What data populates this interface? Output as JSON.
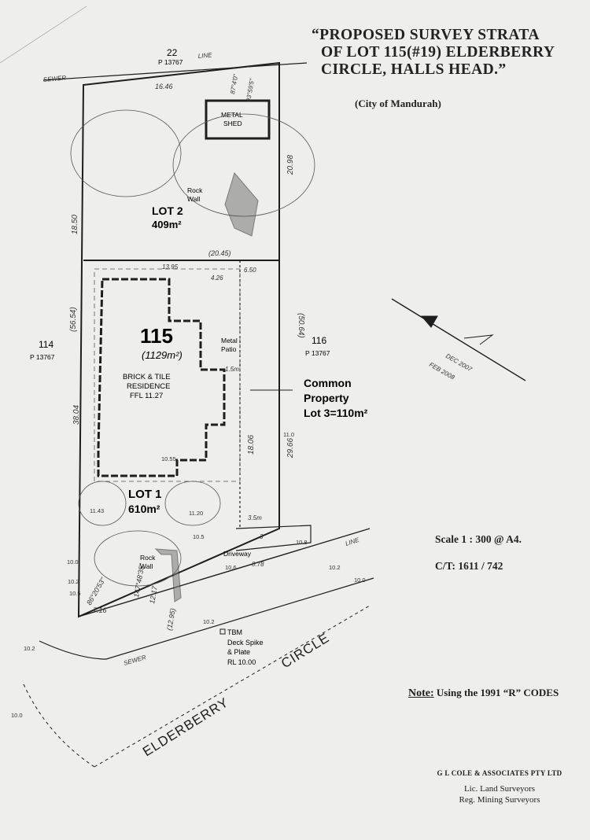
{
  "title": {
    "line1": "“PROPOSED SURVEY STRATA",
    "line2": "OF LOT 115(#19) ELDERBERRY",
    "line3": "CIRCLE, HALLS HEAD.”"
  },
  "subtitle": "(City of Mandurah)",
  "neighbours": {
    "top_num": "22",
    "top_plan": "P 13767",
    "left_num": "114",
    "left_plan": "P 13767",
    "right_num": "116",
    "right_plan": "P 13767"
  },
  "lots": {
    "lot2_name": "LOT 2",
    "lot2_area": "409m²",
    "lot115_name": "115",
    "lot115_area": "(1129m²)",
    "lot1_name": "LOT 1",
    "lot1_area": "610m²"
  },
  "features": {
    "shed_line1": "METAL",
    "shed_line2": "SHED",
    "rock_wall_top_1": "Rock",
    "rock_wall_top_2": "Wall",
    "residence_1": "BRICK & TILE",
    "residence_2": "RESIDENCE",
    "residence_ffl": "FFL 11.27",
    "patio_1": "Metal",
    "patio_2": "Patio",
    "rock_wall_bottom_1": "Rock",
    "rock_wall_bottom_2": "Wall",
    "driveway": "Driveway",
    "tbm_1": "TBM",
    "tbm_2": "Deck Spike",
    "tbm_3": "& Plate",
    "tbm_4": "RL 10.00",
    "common_1": "Common",
    "common_2": "Property",
    "common_3": "Lot 3=110m²"
  },
  "dimensions": {
    "top_width": "16.46",
    "lot2_left": "18.50",
    "lot2_right": "20.98",
    "lot2_bottom": "(20.45)",
    "left_total": "(56.54)",
    "lot1_left": "38.04",
    "right_total": "(50.64)",
    "cp_length": "18.06",
    "right_lower": "29.66",
    "bearing_top_1": "87°4'0\"",
    "bearing_top_2": "93°59'5\"",
    "bearing_left": "86°20'53\"",
    "bearing_bottom": "147°48'35\"",
    "bottom_len": "(12.95)",
    "bottom_len2": "12.17",
    "front_left": "7.16",
    "small_1": "13.95",
    "small_2": "6.50",
    "small_3": "4.26",
    "small_4": "3.5m",
    "small_5": "1.5m",
    "small_6": "3",
    "small_7": "0.78"
  },
  "levels": [
    "10.5",
    "10.0",
    "10.2",
    "10.0",
    "10.2",
    "10.6",
    "10.5",
    "10.2",
    "10.0",
    "11.0",
    "10.8",
    "11.43",
    "11.20",
    "10.55",
    "10.2"
  ],
  "handwritten": {
    "sewer_top": "SEWER",
    "line_top": "LINE",
    "sewer_bottom": "SEWER",
    "line_bottom": "LINE",
    "date_1": "DEC 2007",
    "date_2": "FEB 2008"
  },
  "streets": {
    "circle": "CIRCLE",
    "elderberry": "ELDERBERRY"
  },
  "scale": "Scale   1 : 300  @ A4.",
  "ct": "C/T:   1611 / 742",
  "note_label": "Note:",
  "note_text": " Using the 1991 “R” CODES",
  "firm": {
    "line1": "G L COLE & ASSOCIATES PTY LTD",
    "line2": "Lic. Land Surveyors",
    "line3": "Reg. Mining Surveyors"
  },
  "colors": {
    "ink": "#1e1e1e",
    "paper": "#eeeeec",
    "pencil": "#555555"
  }
}
